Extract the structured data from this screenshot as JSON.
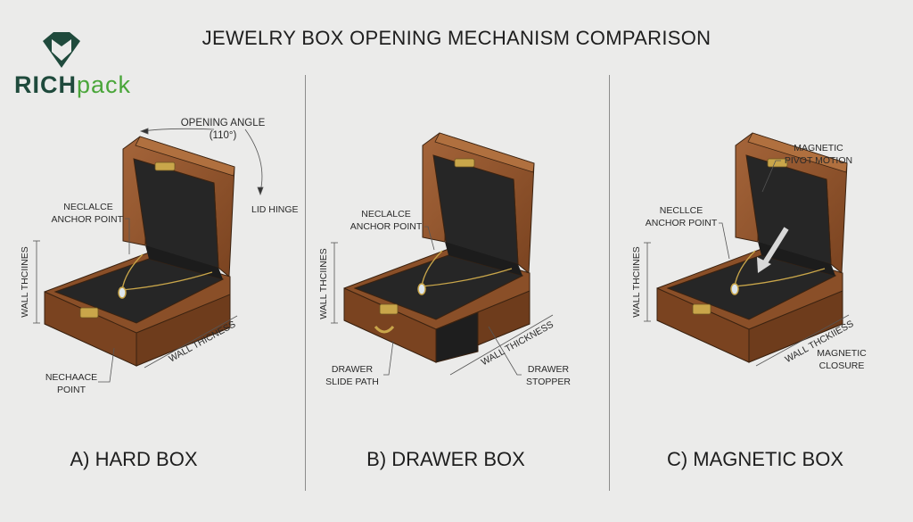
{
  "logo": {
    "text_dark": "RICH",
    "text_green": "pack",
    "colors": {
      "dark": "#1f4a3c",
      "green": "#4aa63a"
    }
  },
  "title": "JEWELRY BOX OPENING MECHANISM COMPARISON",
  "panels": [
    {
      "caption": "A) HARD BOX",
      "labels": {
        "opening_angle": "OPENING ANGLE",
        "angle_value": "(110°)",
        "lid_hinge": "LID HINGE",
        "anchor_1": "NECLALCE",
        "anchor_2": "ANCHOR POINT",
        "wall_vertical": "WALL THCIINES",
        "wall_diag": "WALL THICNESS",
        "point_1": "NECHAACE",
        "point_2": "POINT"
      }
    },
    {
      "caption": "B) DRAWER BOX",
      "labels": {
        "anchor_1": "NECLALCE",
        "anchor_2": "ANCHOR POINT",
        "wall_vertical": "WALL THCIINES",
        "wall_diag": "WALL THICKNESS",
        "drawer_slide_1": "DRAWER",
        "drawer_slide_2": "SLIDE PATH",
        "stopper_1": "DRAWER",
        "stopper_2": "STOPPER"
      }
    },
    {
      "caption": "C) MAGNETIC BOX",
      "labels": {
        "pivot_1": "MAGNETIC",
        "pivot_2": "PIVOT MOTION",
        "anchor_1": "NECLLCE",
        "anchor_2": "ANCHOR POINT",
        "wall_vertical": "WALL THCIINES",
        "wall_diag": "WALL THCKIIESS",
        "closure_1": "MAGNETIC",
        "closure_2": "CLOSURE"
      }
    }
  ],
  "colors": {
    "wood": "#8a4f28",
    "wood_light": "#a5653a",
    "velvet": "#242424",
    "brass": "#c9a64a",
    "background": "#ebebea"
  }
}
